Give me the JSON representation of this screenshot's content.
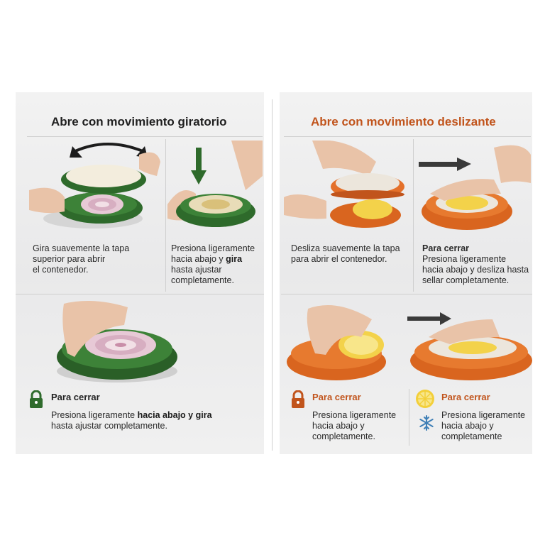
{
  "colors": {
    "green_accent": "#2f6b2c",
    "orange_accent": "#c1541c",
    "text": "#2a2a2a"
  },
  "left": {
    "title": "Abre con movimiento giratorio",
    "step1": {
      "lines": [
        "Gira suavemente la tapa",
        "superior para abrir",
        "el contenedor."
      ]
    },
    "step2": {
      "line1": "Presiona ligeramente",
      "line2a": "hacia abajo y ",
      "line2b": "gira",
      "line3": "hasta ajustar",
      "line4": "completamente."
    },
    "close": {
      "heading": "Para cerrar",
      "line1a": "Presiona ligeramente ",
      "line1b": "hacia abajo y gira",
      "line2": "hasta ajustar completamente.",
      "icon": "lock-icon"
    }
  },
  "right": {
    "title": "Abre con movimiento deslizante",
    "step1": {
      "lines": [
        "Desliza suavemente la tapa",
        "para abrir el contenedor."
      ]
    },
    "step2": {
      "heading": "Para cerrar",
      "lines": [
        "Presiona ligeramente",
        "hacia abajo y desliza hasta",
        "sellar completamente."
      ]
    },
    "close_a": {
      "heading": "Para cerrar",
      "lines": [
        "Presiona ligeramente",
        "hacia abajo y",
        "completamente."
      ],
      "icon": "lock-icon"
    },
    "close_b": {
      "heading": "Para cerrar",
      "lines": [
        "Presiona ligeramente",
        "hacia abajo y",
        "completamente"
      ],
      "icons": [
        "lemon-icon",
        "snowflake-icon"
      ]
    }
  }
}
